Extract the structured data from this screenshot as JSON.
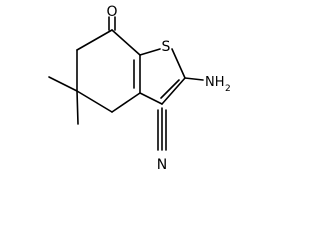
{
  "molecule": {
    "atom_labels": {
      "oxygen": "O",
      "sulfur": "S",
      "amine": "NH",
      "amine_subscript": "2",
      "nitrile_nitrogen": "N"
    }
  }
}
